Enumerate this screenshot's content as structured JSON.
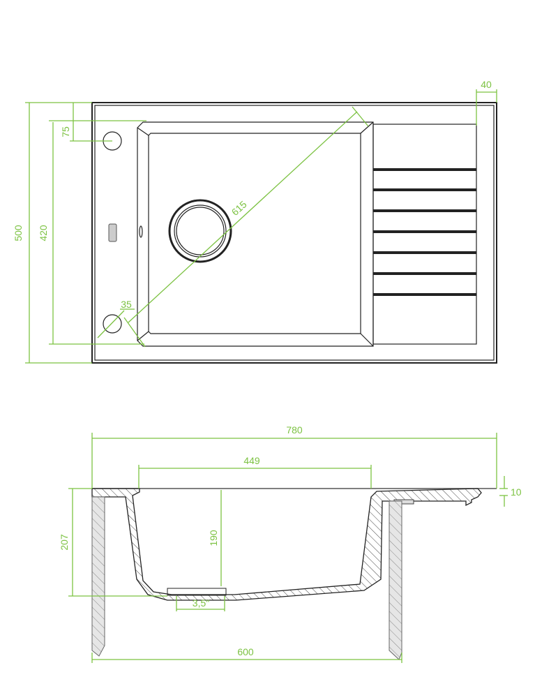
{
  "title": "Kitchen sink dimension drawing",
  "top_view": {
    "dimensions": {
      "overall_depth": "500",
      "bowl_depth": "420",
      "tap_hole_offset": "75",
      "drainer_rim": "40",
      "diagonal": "615",
      "tap_hole_diameter": "35"
    }
  },
  "section_view": {
    "dimensions": {
      "overall_width": "780",
      "bowl_width": "449",
      "total_height": "207",
      "bowl_height": "190",
      "drain_size": "3,5\"",
      "rim_thickness": "10",
      "cabinet_width": "600"
    }
  },
  "colors": {
    "dimension": "#7cc242",
    "outline": "#222222"
  }
}
